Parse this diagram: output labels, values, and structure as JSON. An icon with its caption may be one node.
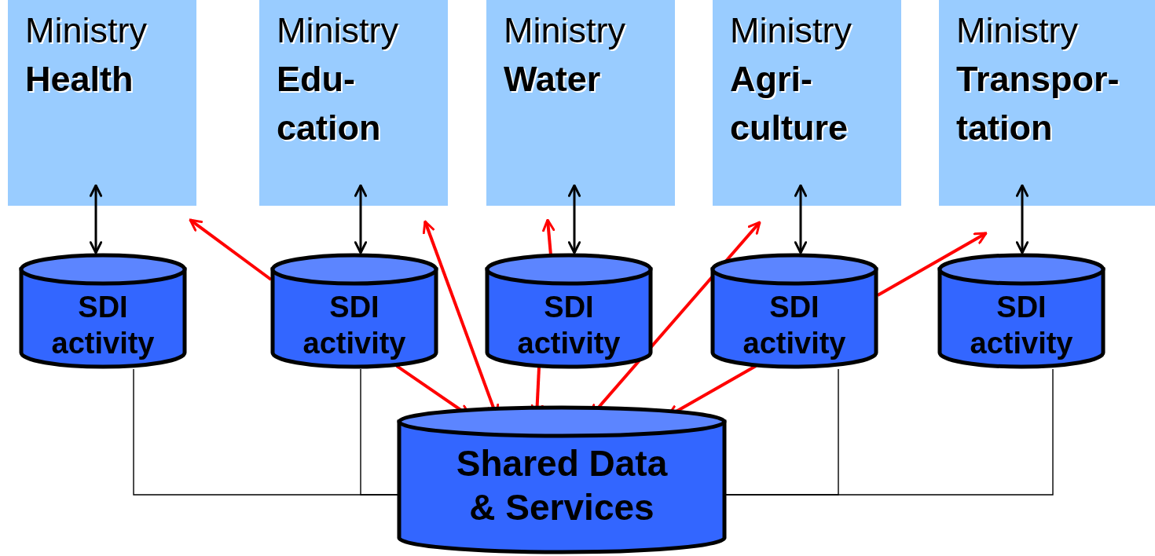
{
  "diagram": {
    "nodes": [
      {
        "text": [
          "Ministry",
          "Health"
        ]
      },
      {
        "text": [
          "Ministry",
          "Edu- cation"
        ]
      },
      {
        "text": [
          "Ministry",
          "Water"
        ]
      },
      {
        "text": [
          "Ministry",
          "Agri- culture"
        ]
      },
      {
        "text": [
          "Ministry",
          "Transpor- tation"
        ]
      },
      {
        "text": [
          "SDI activity"
        ]
      },
      {
        "text": [
          "SDI activity"
        ]
      },
      {
        "text": [
          "SDI activity"
        ]
      },
      {
        "text": [
          "SDI activity"
        ]
      },
      {
        "text": [
          "SDI activity"
        ]
      },
      {
        "text": [
          "Shared Data & Services"
        ]
      }
    ],
    "edges": [
      {
        "from": 0,
        "to": 5,
        "arrow": "both"
      },
      {
        "from": 1,
        "to": 6,
        "arrow": "both"
      },
      {
        "from": 2,
        "to": 7,
        "arrow": "both"
      },
      {
        "from": 3,
        "to": 8,
        "arrow": "both"
      },
      {
        "from": 4,
        "to": 9,
        "arrow": "both"
      },
      {
        "from": 6,
        "to": 0,
        "arrow": "to",
        "color": "#ff0000"
      },
      {
        "from": 6,
        "to": 10,
        "arrow": "to",
        "color": "#ff0000"
      },
      {
        "from": 1,
        "to": 10,
        "arrow": "both",
        "color": "#ff0000"
      },
      {
        "from": 7,
        "to": 2,
        "arrow": "to",
        "color": "#ff0000"
      },
      {
        "from": 7,
        "to": 10,
        "arrow": "to",
        "color": "#ff0000"
      },
      {
        "from": 3,
        "to": 10,
        "arrow": "both",
        "color": "#ff0000"
      },
      {
        "from": 8,
        "to": 4,
        "arrow": "to",
        "color": "#ff0000"
      },
      {
        "from": 8,
        "to": 10,
        "arrow": "to",
        "color": "#ff0000"
      },
      {
        "from": 5,
        "to": 10,
        "arrow": "none"
      },
      {
        "from": 6,
        "to": 10,
        "arrow": "none"
      },
      {
        "from": 8,
        "to": 10,
        "arrow": "none"
      },
      {
        "from": 9,
        "to": 10,
        "arrow": "none"
      }
    ]
  }
}
